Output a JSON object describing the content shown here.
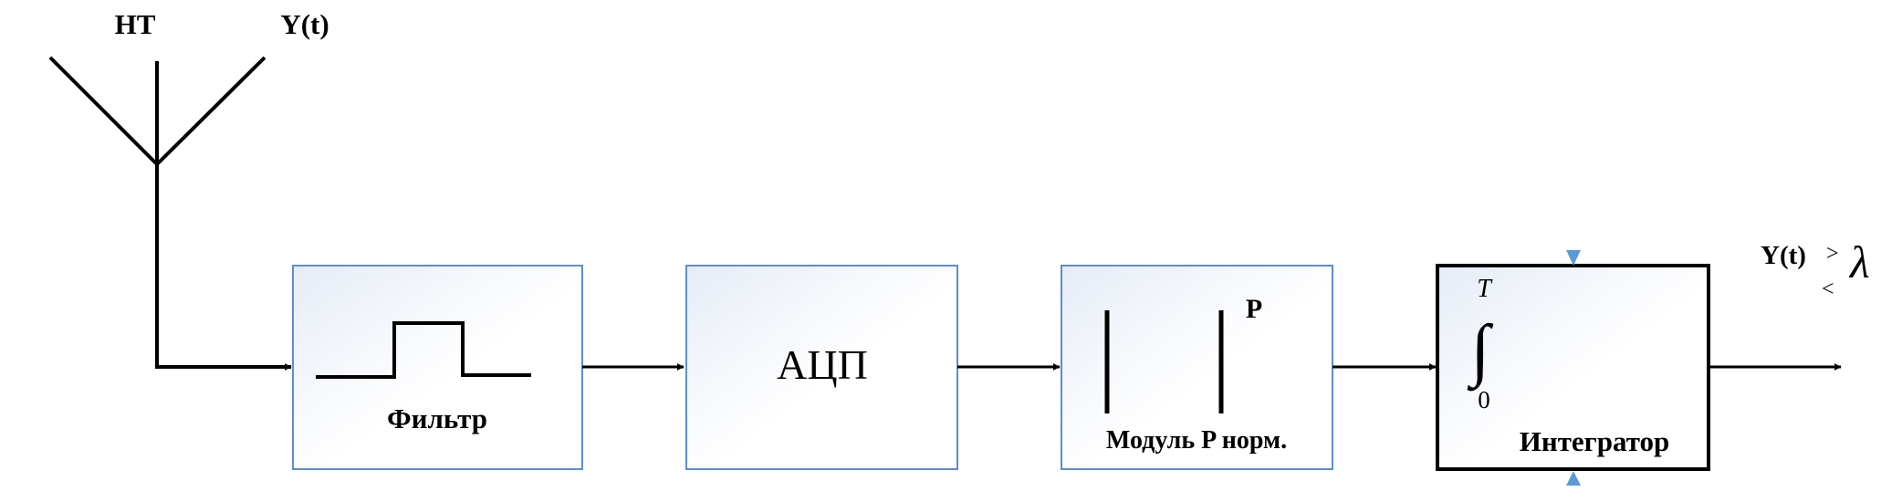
{
  "antenna": {
    "label_left": "HT",
    "label_right": "Y(t)"
  },
  "blocks": {
    "filter": {
      "label": "Фильтр"
    },
    "adc": {
      "label": "АЦП"
    },
    "module": {
      "label": "Модуль P норм.",
      "symbol": "P"
    },
    "integrator": {
      "label": "Интегратор",
      "upper_limit": "T",
      "lower_limit": "0",
      "integral_sign": "∫"
    }
  },
  "decision": {
    "signal": "Y(t)",
    "greater": ">",
    "less": "<",
    "threshold": "λ"
  },
  "colors": {
    "box_border": "#5b8fcc",
    "box_fill_light": "#ffffff",
    "box_fill_tint": "#e6ecf6",
    "marker": "#5b9bd5",
    "line": "#000000"
  }
}
